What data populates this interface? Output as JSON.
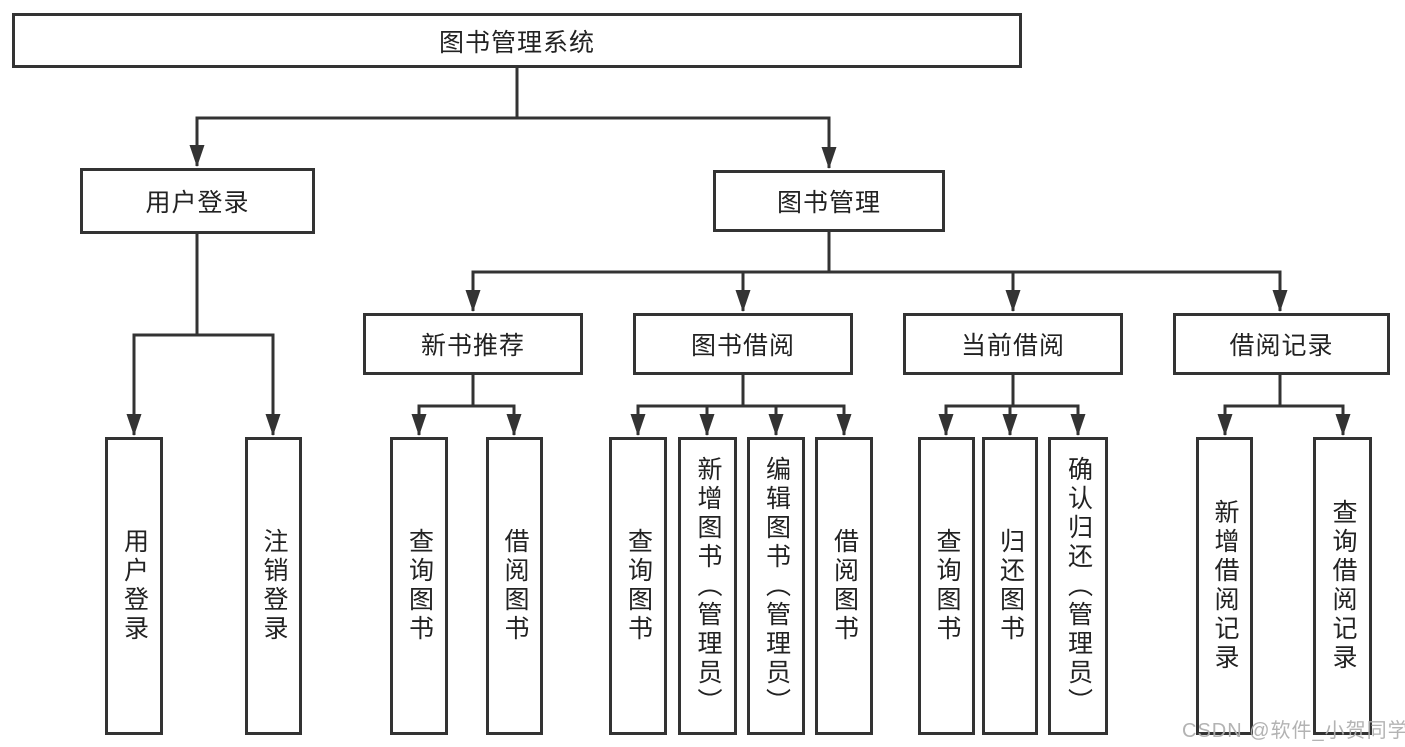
{
  "tree": {
    "root": "图书管理系统",
    "branches": [
      {
        "label": "用户登录",
        "leaves": [
          "用户登录",
          "注销登录"
        ]
      },
      {
        "label": "图书管理",
        "sections": [
          {
            "label": "新书推荐",
            "leaves": [
              "查询图书",
              "借阅图书"
            ]
          },
          {
            "label": "图书借阅",
            "leaves": [
              "查询图书",
              "新增图书（管理员）",
              "编辑图书（管理员）",
              "借阅图书"
            ]
          },
          {
            "label": "当前借阅",
            "leaves": [
              "查询图书",
              "归还图书",
              "确认归还（管理员）"
            ]
          },
          {
            "label": "借阅记录",
            "leaves": [
              "新增借阅记录",
              "查询借阅记录"
            ]
          }
        ]
      }
    ]
  },
  "watermark": "CSDN @软件_小贺同学",
  "colors": {
    "line": "#333333",
    "text": "#222222",
    "background": "#ffffff",
    "watermark": "#afafaf"
  }
}
